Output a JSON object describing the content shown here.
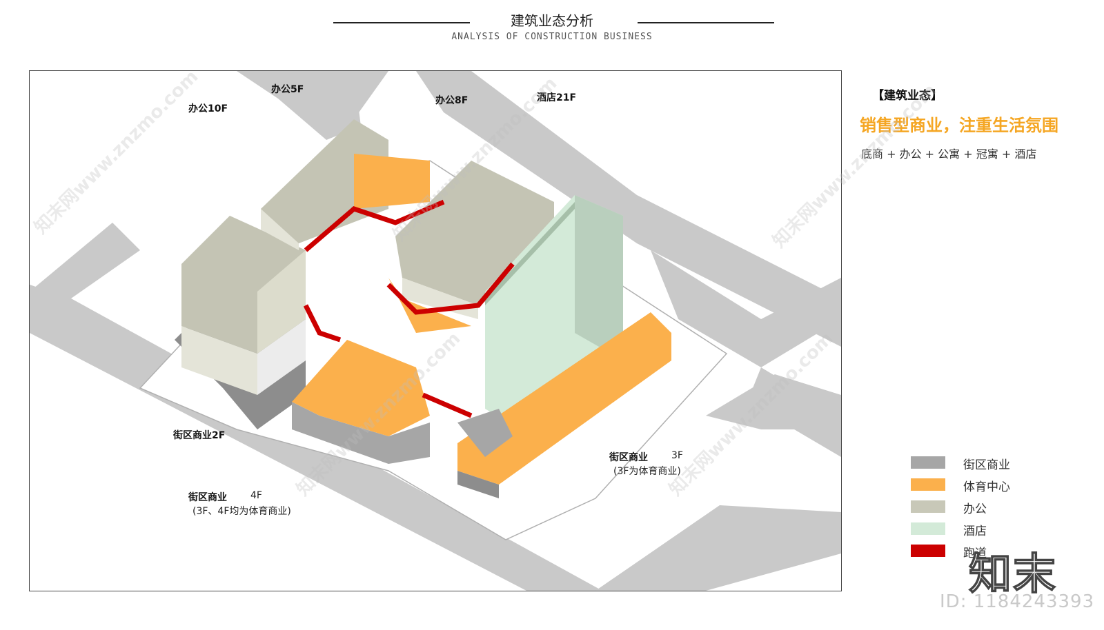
{
  "header": {
    "title_cn": "建筑业态分析",
    "title_en": "ANALYSIS OF CONSTRUCTION BUSINESS"
  },
  "map": {
    "labels": {
      "office_10f": "办公10F",
      "office_5f": "办公5F",
      "office_8f": "办公8F",
      "hotel_21f": "酒店21F",
      "street_2f": "街区商业2F",
      "street_3f_name": "街区商业",
      "street_3f_floors": "3F",
      "street_3f_note": "(3F为体育商业)",
      "street_4f_name": "街区商业",
      "street_4f_floors": "4F",
      "street_4f_note": "(3F、4F均为体育商业)"
    }
  },
  "panel": {
    "heading": "【建筑业态】",
    "slogan": "销售型商业，注重生活氛围",
    "mix": "底商 + 办公 + 公寓 + 冠寓 + 酒店"
  },
  "legend": {
    "items": [
      {
        "label": "街区商业",
        "color": "#a6a6a6"
      },
      {
        "label": "体育中心",
        "color": "#fbb04c"
      },
      {
        "label": "办公",
        "color": "#c8c8b8"
      },
      {
        "label": "酒店",
        "color": "#d3ead8"
      },
      {
        "label": "跑道",
        "color": "#cc0000"
      }
    ]
  },
  "watermark": {
    "logo": "知末",
    "id": "ID: 1184243393",
    "diagonal": "知末网www.znzmo.com"
  },
  "colors": {
    "road": "#c9c9c9",
    "ground": "#ffffff",
    "office_top": "#c4c4b4",
    "office_side": "#e4e4d8",
    "sport": "#fbb04c",
    "hotel": "#cfe6d2",
    "track": "#cc0000",
    "commercial": "#9e9e9e"
  }
}
